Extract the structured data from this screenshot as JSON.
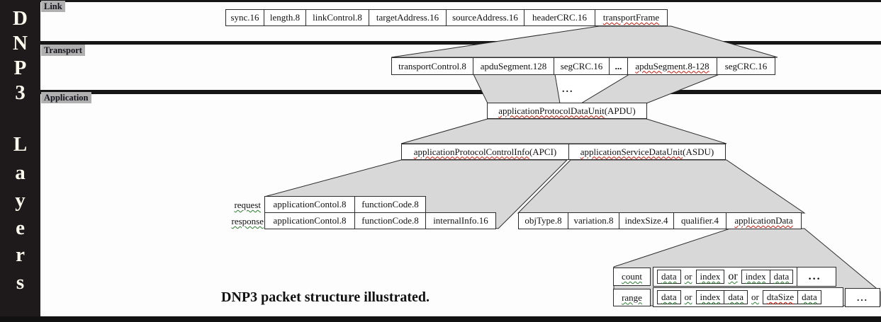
{
  "sidebar": {
    "title_letters": [
      "D",
      "N",
      "P",
      "3"
    ],
    "subtitle_letters": [
      "L",
      "a",
      "y",
      "e",
      "r",
      "s"
    ]
  },
  "layer_labels": {
    "link": "Link",
    "transport": "Transport",
    "application": "Application"
  },
  "caption": "DNP3 packet structure illustrated.",
  "ellipsis": "...",
  "link_row": [
    "sync.16",
    "length.8",
    "linkControl.8",
    "targetAddress.16",
    "sourceAddress.16",
    "headerCRC.16",
    "transportFrame"
  ],
  "transport_row": [
    "transportControl.8",
    "apduSegment.128",
    "segCRC.16",
    "...",
    "apduSegment.8-128",
    "segCRC.16"
  ],
  "apdu": {
    "word": "applicationProtocolDataUnit",
    "suffix": " (APDU)"
  },
  "apci": {
    "word": "applicationProtocolControlInfo",
    "suffix": " (APCI)"
  },
  "asdu": {
    "word": "applicationServiceDataUnit",
    "suffix": " (ASDU)"
  },
  "request_row": {
    "label": "request",
    "cells": [
      "applicationContol.8",
      "functionCode.8"
    ]
  },
  "response_row": {
    "label": "response",
    "cells": [
      "applicationContol.8",
      "functionCode.8",
      "internalInfo.16"
    ]
  },
  "object_header_row": [
    "objType.8",
    "variation.8",
    "indexSize.4",
    "qualifier.4",
    "applicationData"
  ],
  "count_row": {
    "label": "count",
    "data1": "data",
    "or1": "or",
    "index1": "index",
    "or2": "or",
    "index2": "index",
    "data2": "data",
    "more": "..."
  },
  "range_row": {
    "label": "range",
    "data1": "data",
    "or1": "or",
    "index1": "index",
    "data2": "data",
    "or2": "or",
    "dtasize": "dtaSize",
    "data3": "data",
    "more": "..."
  },
  "colors": {
    "funnel_gray": "#d8d8d8",
    "label_highlight": "#b0b0b0",
    "sidebar_bg": "#1e1a1b",
    "line_black": "#161616"
  }
}
